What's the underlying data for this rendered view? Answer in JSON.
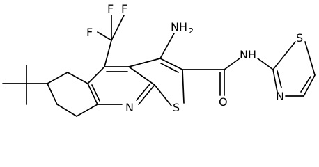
{
  "molecule": {
    "atoms": {
      "F1": "F",
      "F2": "F",
      "F3": "F",
      "NH2_main": "NH",
      "NH2_sub": "2",
      "NH_amide": "NH",
      "O": "O",
      "N_ring": "N",
      "S_thiophene": "S",
      "S_thiazole": "S",
      "N_thiazole": "N"
    }
  }
}
